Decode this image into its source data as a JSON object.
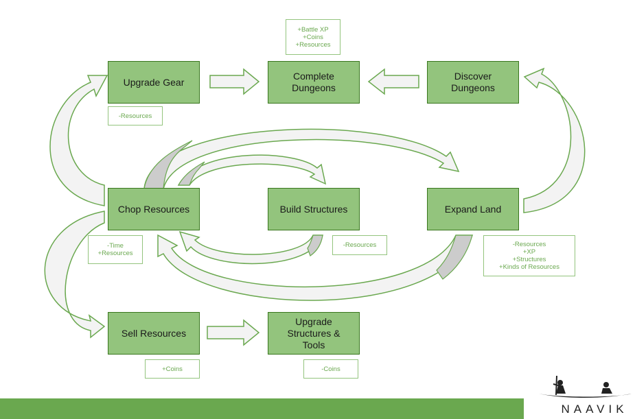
{
  "nodes": {
    "upgrade_gear": "Upgrade Gear",
    "complete_dungeons": "Complete\nDungeons",
    "discover_dungeons": "Discover\nDungeons",
    "chop_resources": "Chop Resources",
    "build_structures": "Build Structures",
    "expand_land": "Expand Land",
    "sell_resources": "Sell Resources",
    "upgrade_structures_tools": "Upgrade\nStructures &\nTools"
  },
  "notes": {
    "dungeon_rewards": "+Battle XP\n+Coins\n+Resources",
    "gear_cost": "-Resources",
    "chop_effects": "-Time\n+Resources",
    "build_cost": "-Resources",
    "expand_effects": "-Resources\n+XP\n+Structures\n+Kinds of Resources",
    "sell_gain": "+Coins",
    "upgrade_cost": "-Coins"
  },
  "brand": {
    "name": "NAAVIK",
    "primary_color": "#93c47d",
    "border_color": "#38761d",
    "footer_color": "#6aa84f"
  }
}
